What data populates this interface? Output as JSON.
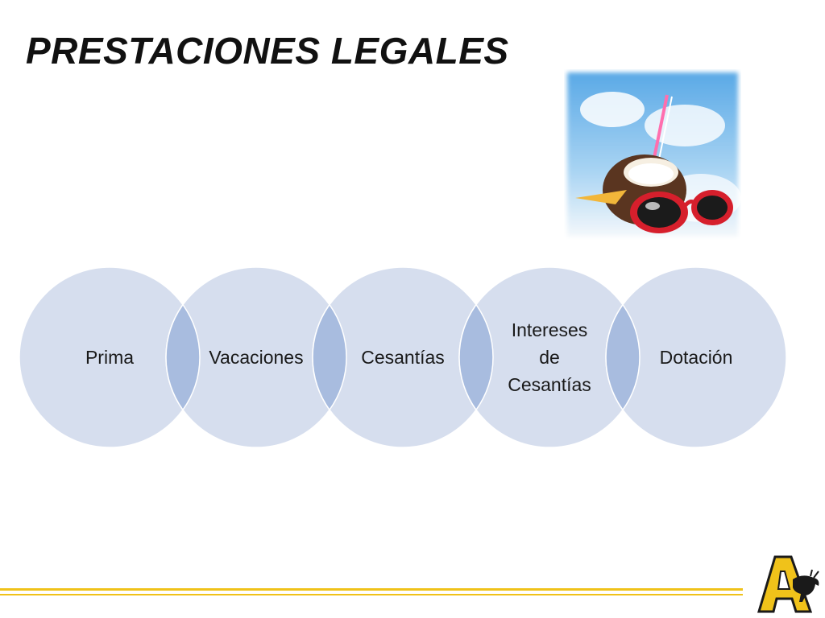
{
  "slide": {
    "title": "PRESTACIONES LEGALES"
  },
  "diagram": {
    "items": [
      {
        "label": "Prima"
      },
      {
        "label": "Vacaciones"
      },
      {
        "label": "Cesantías"
      },
      {
        "label": "Intereses de Cesantías",
        "lines": [
          "Intereses",
          "de",
          "Cesantías"
        ]
      },
      {
        "label": "Dotación"
      }
    ]
  },
  "colors": {
    "circle_fill": "#d6deee",
    "overlap_fill": "#a8bcdf",
    "footer_accent": "#f0c21a",
    "logo_gold": "#f0c21a",
    "logo_dark": "#1a1a1a"
  },
  "images": {
    "photo": "tropical-coconut-sunglasses-photo",
    "logo": "university-letter-a-bull-logo"
  }
}
